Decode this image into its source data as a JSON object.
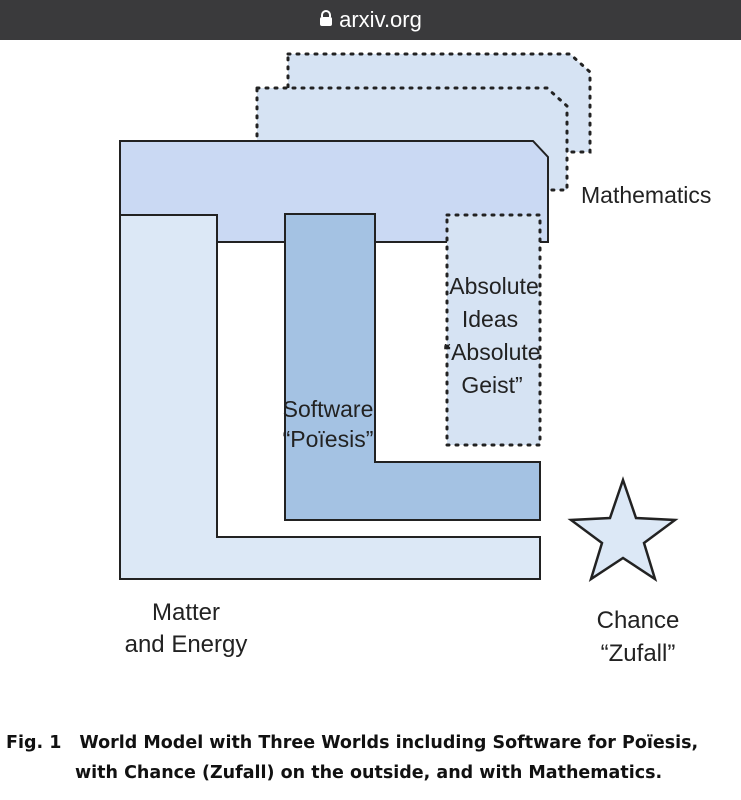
{
  "browser": {
    "url": "arxiv.org",
    "lock_icon": "lock-icon"
  },
  "colors": {
    "matter_fill": "#dce8f6",
    "mathematics_fill": "#cad9f3",
    "software_fill": "#a4c2e3",
    "math_layers_fill": "#d6e3f3",
    "stroke": "#222222"
  },
  "labels": {
    "mathematics": "Mathematics",
    "absolute_ideas": [
      "Absolute",
      "Ideas",
      "“Absolute",
      "Geist”"
    ],
    "software": [
      "Software",
      "“Poïesis”"
    ],
    "matter": [
      "Matter",
      "and Energy"
    ],
    "chance": [
      "Chance",
      "“Zufall”"
    ]
  },
  "caption": {
    "fig_label": "Fig. 1",
    "line1": "World Model with Three Worlds including Software for Poïesis,",
    "line2": "with Chance (Zufall) on the outside, and with Mathematics."
  }
}
